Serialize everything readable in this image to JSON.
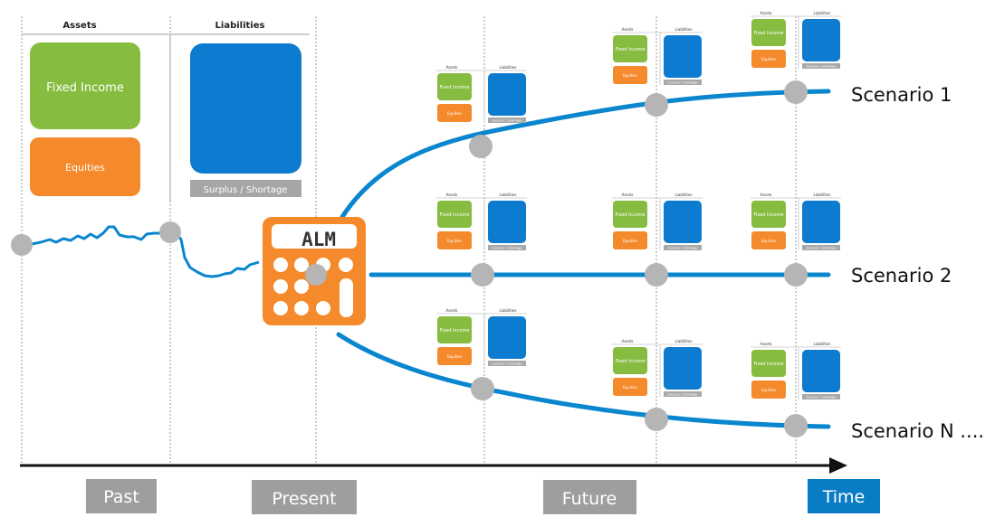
{
  "main_panel": {
    "assets_header": "Assets",
    "liabilities_header": "Liabilities",
    "fixed_income_label": "Fixed Income",
    "equities_label": "Equities",
    "surplus_label": "Surplus / Shortage"
  },
  "calculator": {
    "display_text": "ALM"
  },
  "mini_panel": {
    "assets_header": "Assets",
    "liabilities_header": "Liabilities",
    "fixed_income_label": "Fixed Income",
    "equities_label": "Equities",
    "surplus_label": "Surplus / Shortage"
  },
  "scenarios": [
    "Scenario 1",
    "Scenario 2",
    "Scenario N ...."
  ],
  "timeline": {
    "past": "Past",
    "present": "Present",
    "future": "Future",
    "time": "Time"
  },
  "colors": {
    "fixed_income": "#86bc40",
    "equities": "#f48a2c",
    "liabilities": "#0d7bd0",
    "line": "#0a86cf",
    "node": "#b5b5b5",
    "label_box": "#9e9e9e",
    "time_box": "#0a7cc6"
  }
}
